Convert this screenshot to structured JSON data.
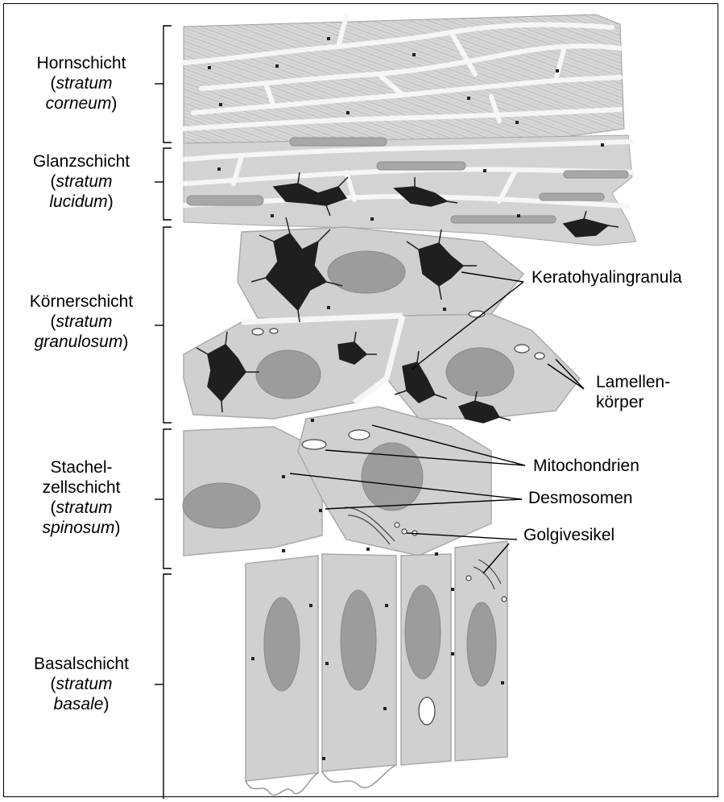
{
  "layers": [
    {
      "name": "Hornschicht",
      "latin": "stratum corneum",
      "latin_a": "stratum",
      "latin_b": "corneum"
    },
    {
      "name": "Glanzschicht",
      "latin": "stratum lucidum",
      "latin_a": "stratum",
      "latin_b": "lucidum"
    },
    {
      "name": "Körnerschicht",
      "latin": "stratum granulosum",
      "latin_a": "stratum",
      "latin_b": "granulosum"
    },
    {
      "name_a": "Stachel-",
      "name_b": "zellschicht",
      "latin": "stratum spinosum",
      "latin_a": "stratum",
      "latin_b": "spinosum"
    },
    {
      "name": "Basalschicht",
      "latin": "stratum basale",
      "latin_a": "stratum",
      "latin_b": "basale"
    }
  ],
  "annotations": {
    "keratohyalin": "Keratohyalingranula",
    "lamellen_a": "Lamellen-",
    "lamellen_b": "körper",
    "mitochondrien": "Mitochondrien",
    "desmosomen": "Desmosomen",
    "golgi": "Golgivesikel"
  },
  "colors": {
    "cell_fill": "#d2d2d2",
    "cell_edge": "#a9a9a9",
    "nucleus": "#9a9a9a",
    "granule": "#1f1f1f",
    "gap": "#f4f4f4"
  }
}
